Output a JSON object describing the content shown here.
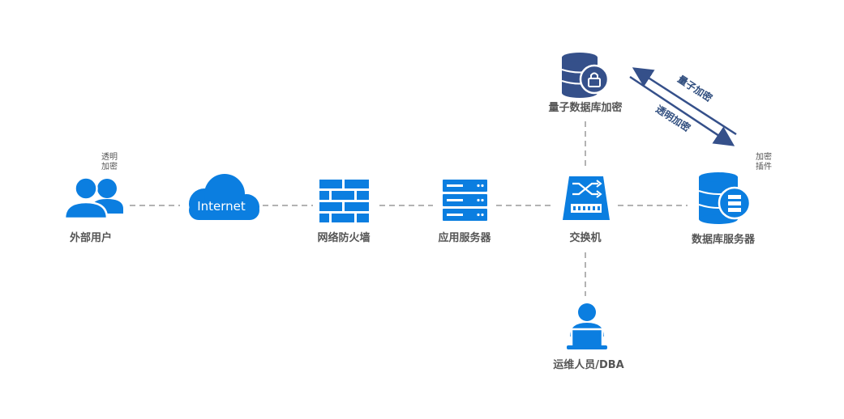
{
  "colors": {
    "node_blue": "#0b7ee0",
    "secure_navy": "#35508a",
    "line_gray": "#9a9a9a",
    "label_gray": "#555555"
  },
  "nodes": {
    "external_user": {
      "label": "外部用户",
      "note": [
        "透明",
        "加密"
      ],
      "icon": "users-icon"
    },
    "internet": {
      "label": "Internet",
      "icon": "cloud-icon"
    },
    "firewall": {
      "label": "网络防火墙",
      "icon": "firewall-icon"
    },
    "app_server": {
      "label": "应用服务器",
      "icon": "server-icon"
    },
    "switch": {
      "label": "交换机",
      "icon": "switch-icon"
    },
    "db_server": {
      "label": "数据库服务器",
      "note": [
        "加密",
        "插件"
      ],
      "icon": "database-icon"
    },
    "quantum_db": {
      "label": "量子数据库加密",
      "icon": "encrypted-database-icon"
    },
    "ops": {
      "label": "运维人员/DBA",
      "icon": "admin-laptop-icon"
    }
  },
  "arrows": {
    "upper": "量子加密",
    "lower": "透明加密"
  }
}
